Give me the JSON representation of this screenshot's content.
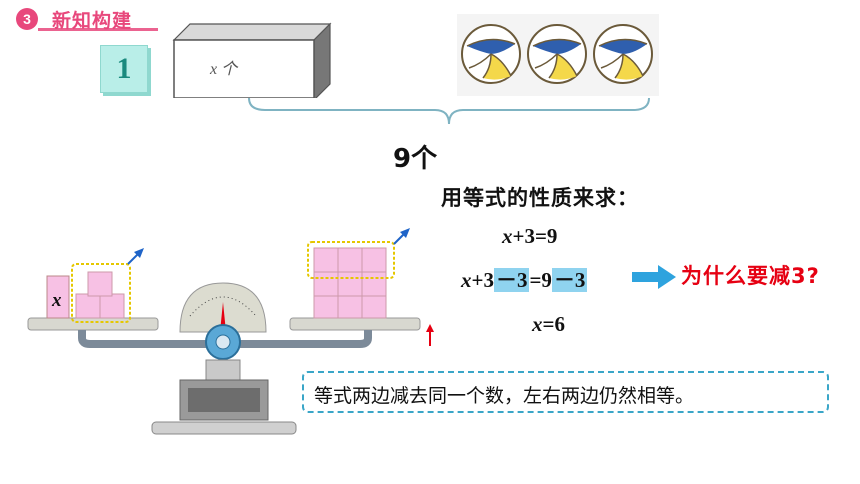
{
  "header": {
    "number": "3",
    "title": "新知构建"
  },
  "step": {
    "number": "1"
  },
  "diagram": {
    "box_label": "x 个",
    "total_label": "9个",
    "volleyball_count": 3
  },
  "equations": {
    "heading": "用等式的性质来求：",
    "line1": {
      "var": "x",
      "rest": "+3=9"
    },
    "line2": {
      "var": "x",
      "part1": "+3",
      "hl1": "－3",
      "part2": "=9",
      "hl2": "－3"
    },
    "line3": {
      "var": "x",
      "rest": "=6"
    },
    "question": "为什么要减3?"
  },
  "scale": {
    "left_label": "x"
  },
  "note": {
    "text": "等式两边减去同一个数，左右两边仍然相等。"
  },
  "colors": {
    "accent": "#e8487c",
    "highlight": "#8fd3ef",
    "question_red": "#e60012",
    "note_border": "#3aa6c8",
    "cube_pink": "#f7c1e4"
  }
}
